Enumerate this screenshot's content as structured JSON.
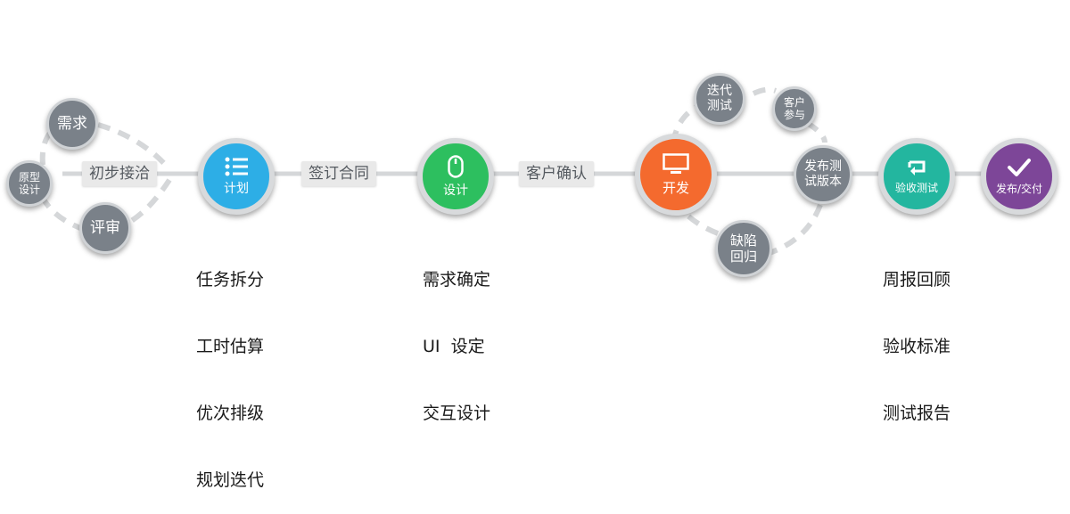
{
  "nodes": {
    "prototype": "原型\n设计",
    "requirement": "需求",
    "review": "评审",
    "plan": "计划",
    "design": "设计",
    "develop": "开发",
    "iteration_test": "迭代\n测试",
    "customer_participation": "客户\n参与",
    "release_test": "发布测\n试版本",
    "defect_return": "缺陷\n回归",
    "acceptance_test": "验收测试",
    "release_delivery": "发布/交付"
  },
  "connectors": {
    "initial_contact": "初步接洽",
    "sign_contract": "签订合同",
    "customer_confirm": "客户确认"
  },
  "notes": {
    "plan": [
      "任务拆分",
      "工时估算",
      "优次排级",
      "规划迭代"
    ],
    "design": [
      "需求确定",
      "UI  设定",
      "交互设计"
    ],
    "acceptance": [
      "周报回顾",
      "验收标准",
      "测试报告"
    ]
  },
  "colors": {
    "plan": "#2daee6",
    "design": "#2dbf5f",
    "develop": "#f46a2e",
    "acceptance": "#23b69f",
    "delivery": "#7d4698",
    "gray_node": "#7a8189",
    "line": "#d5d7d9"
  },
  "icons": {
    "plan": "list-icon",
    "design": "mouse-icon",
    "develop": "monitor-icon",
    "acceptance": "repeat-icon",
    "delivery": "checkmark-icon"
  }
}
